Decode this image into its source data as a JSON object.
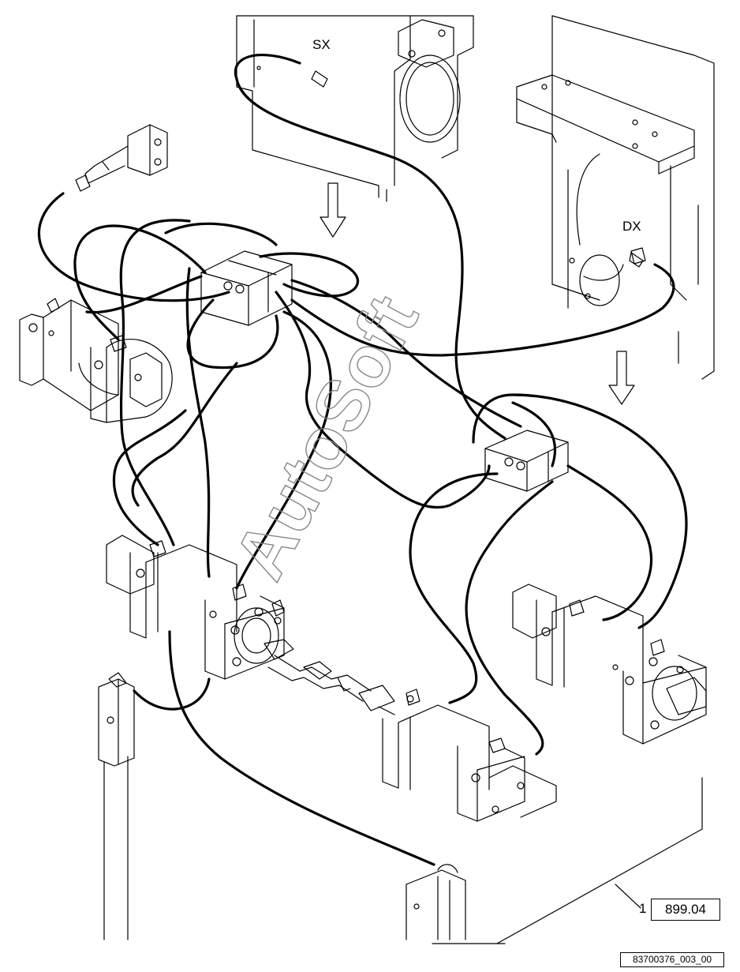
{
  "labels": {
    "left_side": "SX",
    "right_side": "DX"
  },
  "watermark": "AutoSoft",
  "callout": {
    "item_number": "1",
    "reference": "899.04"
  },
  "drawing_id": "83700376_003_00"
}
